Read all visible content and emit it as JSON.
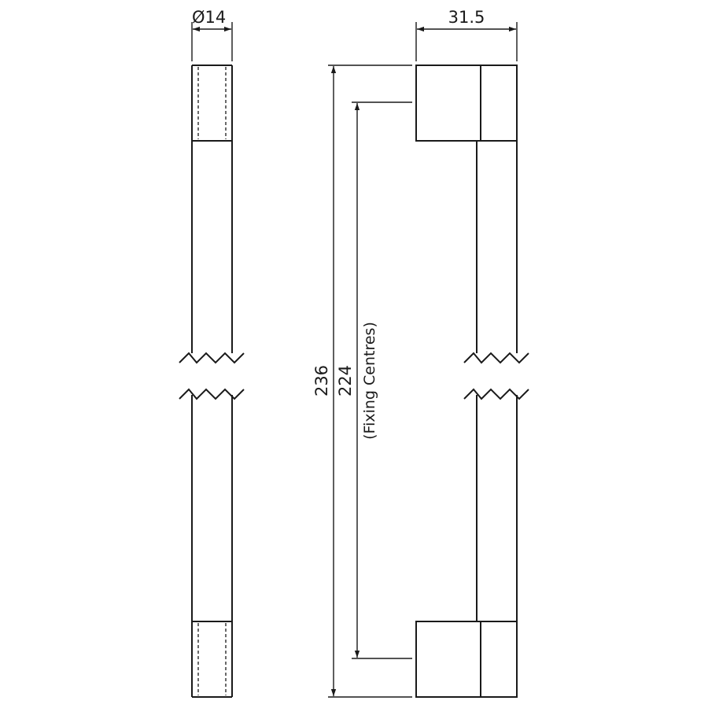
{
  "dimensions": {
    "diameter_symbol": "Ø",
    "diameter_value": "14",
    "width": "31.5",
    "overall_length": "236",
    "fixing_centres": "224",
    "fixing_centres_note": "(Fixing Centres)"
  },
  "colors": {
    "line": "#1a1a1a",
    "background": "#ffffff"
  }
}
